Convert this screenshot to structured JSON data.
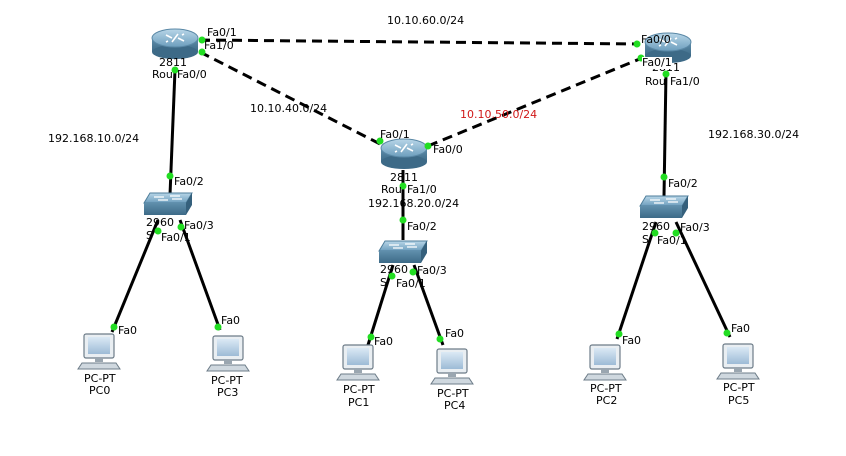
{
  "networks": {
    "n60": "10.10.60.0/24",
    "n40": "10.10.40.0/24",
    "n50": "10.10.50.0/24",
    "lan10": "192.168.10.0/24",
    "lan20": "192.168.20.0/24",
    "lan30": "192.168.30.0/24"
  },
  "routers": [
    {
      "model": "2811",
      "name": "Rou"
    },
    {
      "model": "2811",
      "name": "Rou"
    },
    {
      "model": "2811",
      "name": "Rou"
    }
  ],
  "switches": [
    {
      "model": "2960",
      "name": "S"
    },
    {
      "model": "2960",
      "name": "S"
    },
    {
      "model": "2960",
      "name": "S"
    }
  ],
  "pcs": [
    {
      "type": "PC-PT",
      "name": "PC0"
    },
    {
      "type": "PC-PT",
      "name": "PC3"
    },
    {
      "type": "PC-PT",
      "name": "PC1"
    },
    {
      "type": "PC-PT",
      "name": "PC4"
    },
    {
      "type": "PC-PT",
      "name": "PC2"
    },
    {
      "type": "PC-PT",
      "name": "PC5"
    }
  ],
  "ports": {
    "r0_fa01": "Fa0/1",
    "r0_fa10": "Fa1/0",
    "r0_fa00": "Fa0/0",
    "r1_fa00": "Fa0/0",
    "r1_fa01": "Fa0/1",
    "r1_fa10": "Fa1/0",
    "r2_fa01": "Fa0/1",
    "r2_fa00": "Fa0/0",
    "r2_fa10": "Fa1/0",
    "s0_fa02": "Fa0/2",
    "s0_fa03": "Fa0/3",
    "s0_fa01": "Fa0/1",
    "s1_fa02": "Fa0/2",
    "s1_fa03": "Fa0/3",
    "s1_fa01": "Fa0/1",
    "s2_fa02": "Fa0/2",
    "s2_fa03": "Fa0/3",
    "s2_fa01": "Fa0/1",
    "pc_fa0": "Fa0"
  },
  "colors": {
    "router_body": "#6f9fbd",
    "switch_body": "#6f9fbd",
    "link": "#000000",
    "port_up": "#22dd22",
    "highlight_text": "#d01818"
  }
}
